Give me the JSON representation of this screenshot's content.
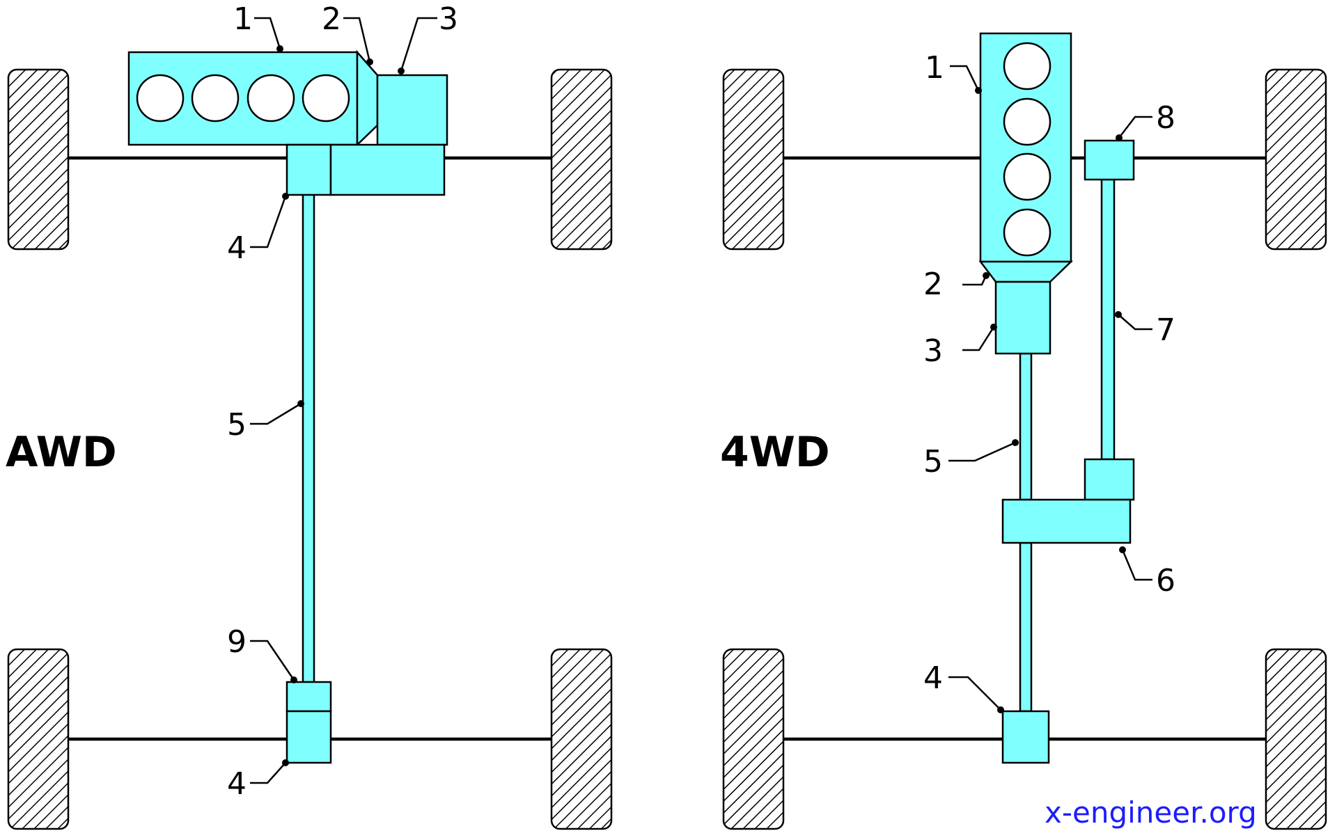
{
  "diagrams": [
    {
      "title": "AWD",
      "callouts": {
        "engine": "1",
        "clutch": "2",
        "gearbox": "3",
        "front_diff": "4",
        "prop_shaft": "5",
        "rear_coupling": "9",
        "rear_diff": "4"
      }
    },
    {
      "title": "4WD",
      "callouts": {
        "engine": "1",
        "clutch": "2",
        "gearbox": "3",
        "prop_shaft": "5",
        "transfer_case": "6",
        "front_shaft": "7",
        "front_diff": "8",
        "rear_diff": "4"
      }
    }
  ],
  "watermark": "x-engineer.org",
  "colors": {
    "component_fill": "#80ffff",
    "outline": "#000000",
    "watermark": "#1c1cff"
  }
}
